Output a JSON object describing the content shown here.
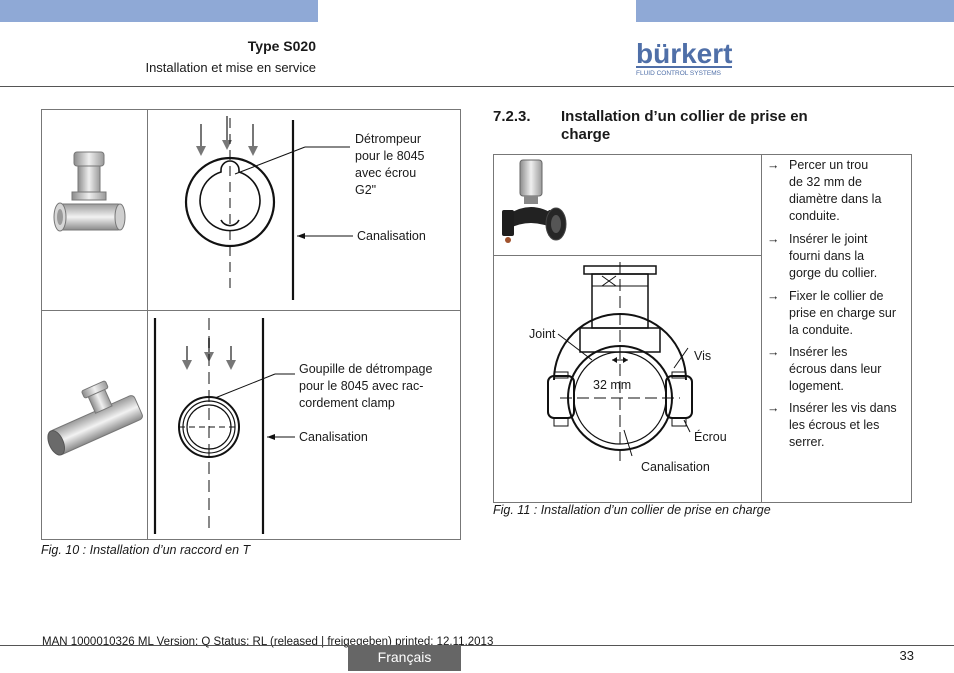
{
  "header": {
    "title": "Type S020",
    "subtitle": "Installation et mise en service",
    "logo_name": "bürkert",
    "logo_tagline": "FLUID CONTROL SYSTEMS",
    "brand_color": "#8fa9d6",
    "logo_color": "#4f6fa8"
  },
  "figure10": {
    "row1": {
      "label_1": "Détrompeur\npour le 8045\navec écrou\nG2\"",
      "label_2": "Canalisation"
    },
    "row2": {
      "label_1": "Goupille de détrompage\npour le 8045 avec rac-\ncordement clamp",
      "label_2": "Canalisation"
    },
    "caption": "Fig. 10 :  Installation d’un raccord en T"
  },
  "section": {
    "number": "7.2.3.",
    "title": "Installation d’un collier de prise en\ncharge"
  },
  "figure11": {
    "labels": {
      "joint": "Joint",
      "vis": "Vis",
      "dimension": "32 mm",
      "ecrou": "Écrou",
      "canalisation": "Canalisation"
    },
    "steps": [
      "Percer un trou\nde 32 mm de\ndiamètre dans la\nconduite.",
      "Insérer le joint\nfourni dans la\ngorge du collier.",
      "Fixer le collier de\nprise en charge sur\nla conduite.",
      "Insérer les\nécrous dans leur\nlogement.",
      "Insérer les vis dans\nles écrous et les\nserrer."
    ],
    "step_arrow": "→",
    "caption": "Fig. 11 :  Installation d’un collier de prise en charge"
  },
  "footer": {
    "doc_info": "MAN  1000010326  ML  Version: Q Status: RL (released | freigegeben)  printed: 12.11.2013",
    "language": "Français",
    "page_number": "33"
  }
}
